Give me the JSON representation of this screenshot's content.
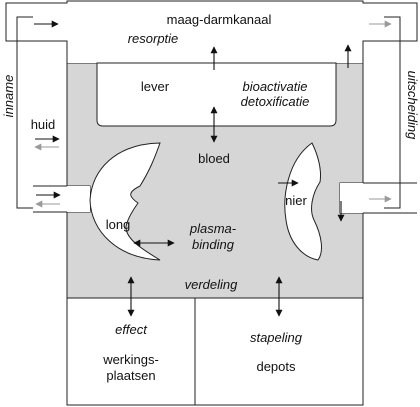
{
  "labels": {
    "gi_tract": "maag-darmkanaal",
    "resorption": "resorptie",
    "liver": "lever",
    "bioactivation": "bioactivatie",
    "detoxification": "detoxificatie",
    "intake": "inname",
    "excretion": "uitscheiding",
    "skin": "huid",
    "blood": "bloed",
    "lung": "long",
    "kidney": "nier",
    "plasma_binding_1": "plasma-",
    "plasma_binding_2": "binding",
    "distribution": "verdeling",
    "effect": "effect",
    "effect_sites_1": "werkings-",
    "effect_sites_2": "plaatsen",
    "storage": "stapeling",
    "depots": "depots"
  },
  "colors": {
    "compartment_fill": "#d6d6d6",
    "line": "#222222",
    "arrow_in": "#111111",
    "arrow_out": "#9a9a9a"
  }
}
